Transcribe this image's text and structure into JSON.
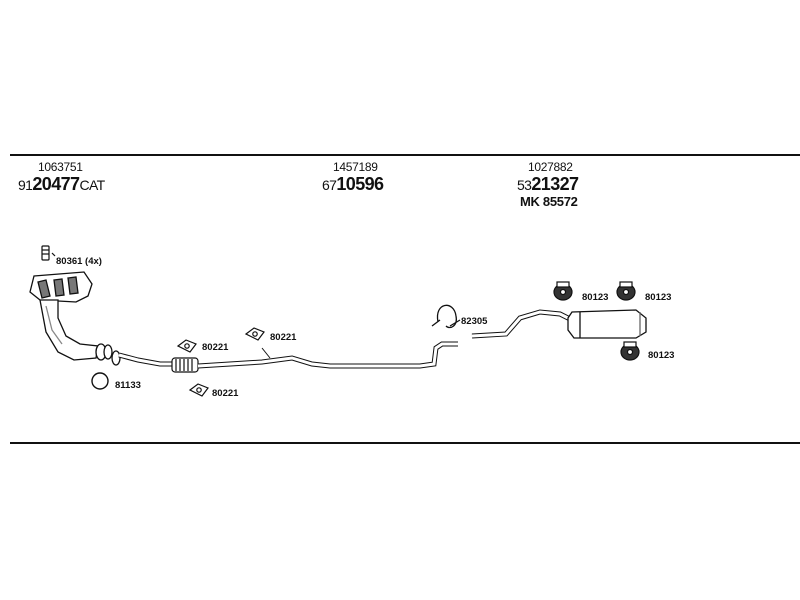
{
  "groups": [
    {
      "ref": "1063751",
      "part_prefix": "91",
      "part_main": "20477",
      "part_suffix": "CAT"
    },
    {
      "ref": "1457189",
      "part_prefix": "67",
      "part_main": "10596",
      "part_suffix": ""
    },
    {
      "ref": "1027882",
      "part_prefix": "53",
      "part_main": "21327",
      "part_suffix": ""
    }
  ],
  "mount_kit": "MK  85572",
  "callouts": {
    "bolt_80361": "80361 (4x)",
    "ring_81133": "81133",
    "gasket_80221_a": "80221",
    "gasket_80221_b": "80221",
    "gasket_80221_c": "80221",
    "clamp_82305": "82305",
    "hanger_80123_a": "80123",
    "hanger_80123_b": "80123",
    "hanger_80123_c": "80123"
  }
}
